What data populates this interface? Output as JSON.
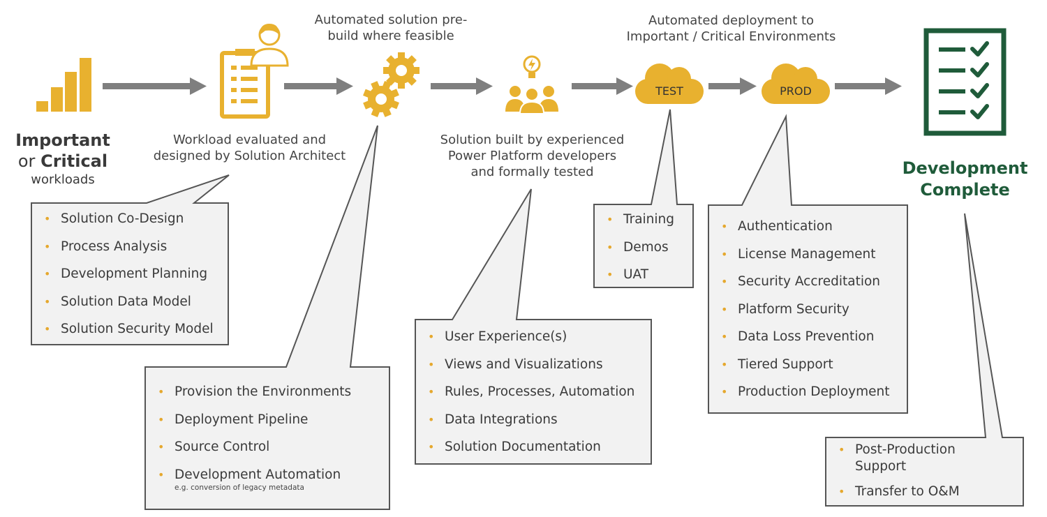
{
  "colors": {
    "gold": "#E8B12F",
    "green": "#1F5B3A",
    "arrow": "#7F7F7F",
    "box_fill": "#F2F2F2",
    "box_border": "#555555"
  },
  "icons": [
    "bar-chart-icon",
    "architect-checklist-icon",
    "gears-icon",
    "team-lightbulb-icon",
    "cloud-icon",
    "cloud-icon",
    "checklist-icon"
  ],
  "start": {
    "line1_bold": "Important",
    "line2_pre": "or",
    "line2_bold": "Critical",
    "line3": "workloads"
  },
  "labels": {
    "design": [
      "Workload evaluated and",
      "designed by Solution Architect"
    ],
    "prebuild": [
      "Automated solution pre-",
      "build where feasible"
    ],
    "build": [
      "Solution built by experienced",
      "Power Platform developers",
      "and formally tested"
    ],
    "deploy": [
      "Automated deployment to",
      "Important / Critical Environments"
    ]
  },
  "clouds": {
    "test": "TEST",
    "prod": "PROD"
  },
  "complete": {
    "line1": "Development",
    "line2": "Complete"
  },
  "boxes": {
    "design": [
      "Solution Co-Design",
      "Process Analysis",
      "Development Planning",
      "Solution Data Model",
      "Solution Security Model"
    ],
    "prebuild": [
      "Provision the Environments",
      "Deployment Pipeline",
      "Source Control",
      "Development Automation"
    ],
    "prebuild_note": "e.g. conversion of legacy metadata",
    "build": [
      "User Experience(s)",
      "Views and Visualizations",
      "Rules, Processes, Automation",
      "Data Integrations",
      "Solution Documentation"
    ],
    "test": [
      "Training",
      "Demos",
      "UAT"
    ],
    "prod": [
      "Authentication",
      "License Management",
      "Security Accreditation",
      "Platform Security",
      "Data Loss Prevention",
      "Tiered Support",
      "Production Deployment"
    ],
    "complete": [
      "Post-Production Support",
      "Transfer to O&M"
    ]
  }
}
